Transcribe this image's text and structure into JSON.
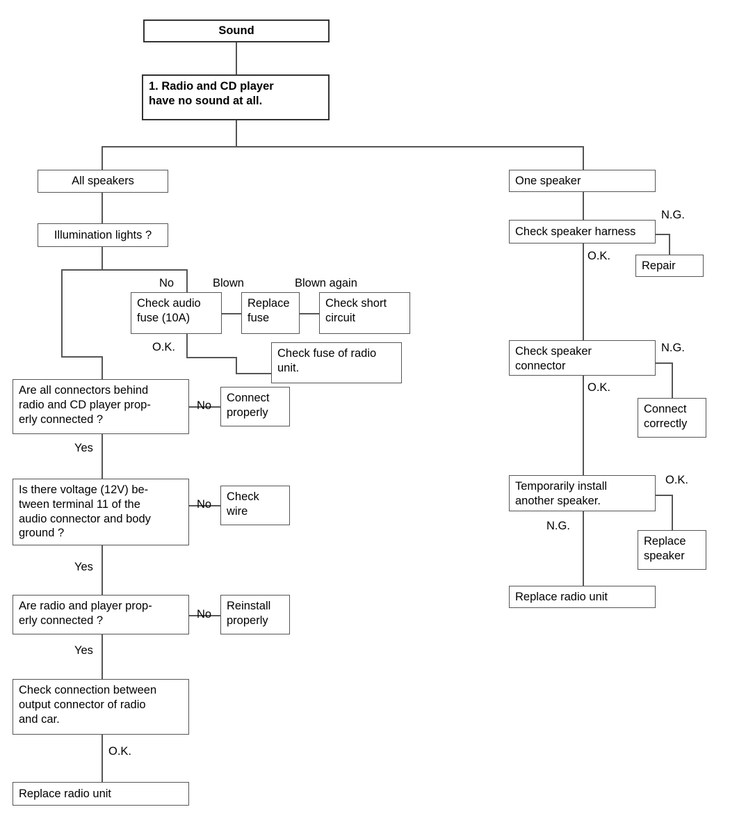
{
  "diagram": {
    "title": "Sound troubleshooting flowchart",
    "colors": {
      "box_border": "#555555",
      "line": "#555555",
      "background": "#ffffff",
      "text": "#000000"
    },
    "nodes": {
      "sound": "Sound",
      "symptom": "1. Radio and CD player\nhave no sound at all.",
      "all_speakers": "All speakers",
      "illumination": "Illumination lights ?",
      "check_audio_fuse": "Check audio\nfuse (10A)",
      "replace_fuse": "Replace\nfuse",
      "check_short_circuit": "Check short\ncircuit",
      "check_fuse_radio": "Check fuse of radio\nunit.",
      "connectors_behind": "Are all connectors behind\nradio and CD player prop-\nerly connected ?",
      "connect_properly": "Connect\nproperly",
      "voltage_12v": "Is there voltage (12V) be-\ntween terminal 11 of the\naudio connector and body\nground ?",
      "check_wire": "Check\nwire",
      "radio_player_connected": "Are radio and player prop-\nerly connected ?",
      "reinstall_properly": "Reinstall\nproperly",
      "check_output_connection": "Check connection between\noutput connector of radio\nand car.",
      "replace_radio_unit_left": "Replace radio unit",
      "one_speaker": "One speaker",
      "check_speaker_harness": "Check speaker harness",
      "repair": "Repair",
      "check_speaker_connector": "Check speaker\nconnector",
      "connect_correctly": "Connect\ncorrectly",
      "temporarily_install": "Temporarily install\nanother speaker.",
      "replace_speaker": "Replace\nspeaker",
      "replace_radio_unit_right": "Replace radio unit"
    },
    "edge_labels": {
      "no_fuse": "No",
      "blown": "Blown",
      "blown_again": "Blown again",
      "ok_fuse": "O.K.",
      "no_connectors": "No",
      "yes_connectors": "Yes",
      "no_voltage": "No",
      "yes_voltage": "Yes",
      "no_radio_player": "No",
      "yes_radio_player": "Yes",
      "ok_output": "O.K.",
      "ng_harness": "N.G.",
      "ok_harness": "O.K.",
      "ng_connector": "N.G.",
      "ok_connector": "O.K.",
      "ok_temp_install": "O.K.",
      "ng_temp_install": "N.G."
    }
  }
}
